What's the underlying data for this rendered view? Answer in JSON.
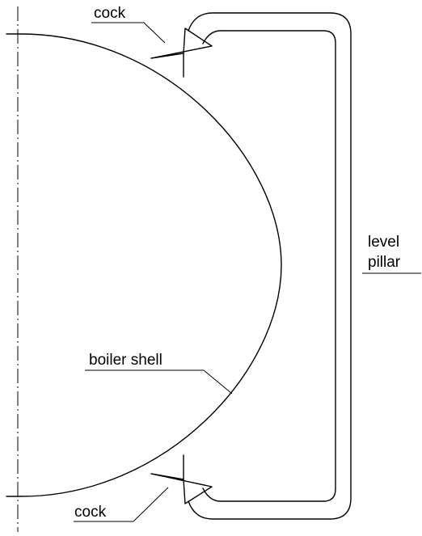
{
  "labels": {
    "cock_top": "cock",
    "cock_bottom": "cock",
    "boiler_shell": "boiler shell",
    "level_pillar_line1": "level",
    "level_pillar_line2": "pillar"
  }
}
